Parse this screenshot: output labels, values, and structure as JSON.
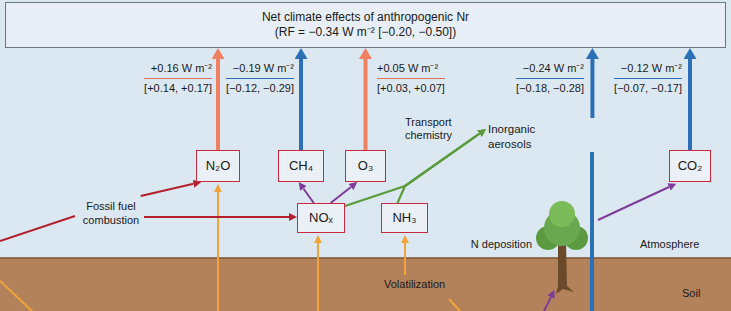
{
  "diagram": {
    "nodes": [
      {
        "text": [
          "Net climate effects of anthropogenic Nr",
          "(RF = −0.34 W m⁻² [−0.20, −0.50])"
        ]
      },
      {
        "text": [
          "N₂O"
        ]
      },
      {
        "text": [
          "CH₄"
        ]
      },
      {
        "text": [
          "O₃"
        ]
      },
      {
        "text": [
          "Inorganic aerosols"
        ]
      },
      {
        "text": [
          "CO₂"
        ]
      },
      {
        "text": [
          "Fossil fuel combustion"
        ]
      },
      {
        "text": [
          "NOₓ"
        ]
      },
      {
        "text": [
          "NH₃"
        ]
      }
    ],
    "edges": [
      {
        "from": 6,
        "to": 1,
        "arrow": "to"
      },
      {
        "from": 6,
        "to": 7,
        "arrow": "to"
      },
      {
        "from": 7,
        "to": 2,
        "arrow": "to"
      },
      {
        "from": 7,
        "to": 3,
        "arrow": "to"
      },
      {
        "from": 7,
        "to": 4,
        "arrow": "to"
      },
      {
        "from": 8,
        "to": 4,
        "arrow": "to"
      },
      {
        "from": 1,
        "to": 0,
        "arrow": "to"
      },
      {
        "from": 2,
        "to": 0,
        "arrow": "to"
      },
      {
        "from": 3,
        "to": 0,
        "arrow": "to"
      },
      {
        "from": 4,
        "to": 0,
        "arrow": "to"
      },
      {
        "from": 5,
        "to": 0,
        "arrow": "to"
      }
    ],
    "labels": [
      "+0.16 W m⁻²",
      "[+0.14, +0.17]",
      "−0.19 W m⁻²",
      "[−0.12, −0.29]",
      "+0.05 W m⁻²",
      "[+0.03, +0.07]",
      "Transport chemistry",
      "−0.24 W m⁻²",
      "[−0.18, −0.28]",
      "−0.12 W m⁻²",
      "[−0.07, −0.17]",
      "N deposition",
      "Atmosphere",
      "Volatilization",
      "Soil"
    ]
  }
}
